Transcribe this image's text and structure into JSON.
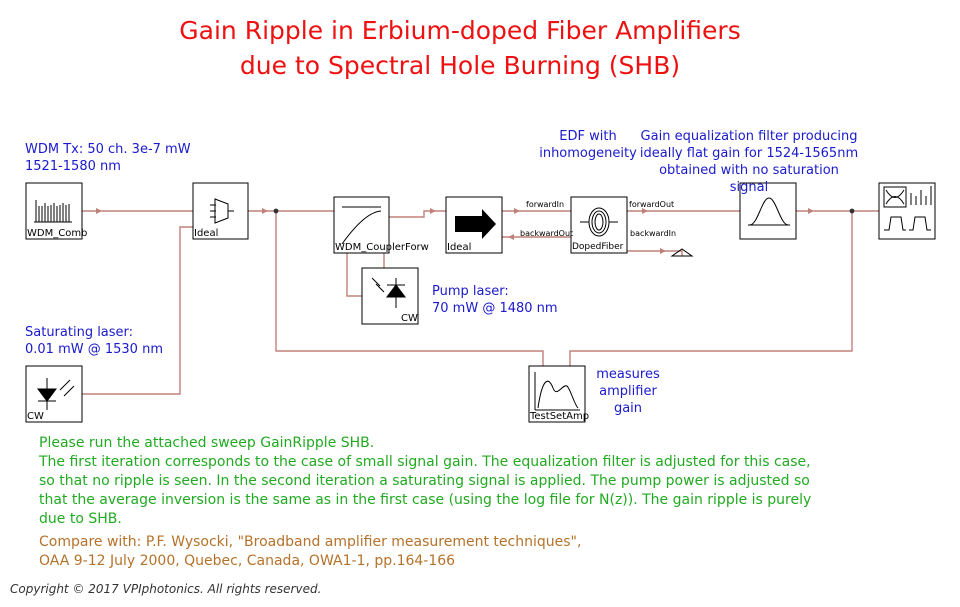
{
  "title_line1": "Gain Ripple in Erbium-doped Fiber Amplifiers",
  "title_line2": "due to Spectral Hole Burning (SHB)",
  "annotations": {
    "wdm_tx_line1": "WDM Tx: 50 ch. 3e-7 mW",
    "wdm_tx_line2": "1521-1580 nm",
    "edf_line1": "EDF with",
    "edf_line2": "inhomogeneity",
    "filter_line1": "Gain equalization filter producing",
    "filter_line2": "ideally flat gain for 1524-1565nm",
    "filter_line3": "obtained with no saturation signal",
    "pump_line1": "Pump laser:",
    "pump_line2": "70 mW @ 1480 nm",
    "sat_line1": "Saturating laser:",
    "sat_line2": "0.01 mW @ 1530 nm",
    "measures_line1": "measures",
    "measures_line2": "amplifier",
    "measures_line3": "gain"
  },
  "blocks": {
    "wdm_comb": "WDM_Comb",
    "mux_ideal": "Ideal",
    "coupler": "WDM_CouplerForw",
    "isolator": "Ideal",
    "doped_fiber": "DopedFiber",
    "pump_cw": "CW",
    "sat_cw": "CW",
    "testset": "TestSetAmp"
  },
  "ports": {
    "forward_in": "forwardIn",
    "forward_out": "forwardOut",
    "backward_out": "backwardOut",
    "backward_in": "backwardIn"
  },
  "notes": {
    "line1": "Please run the attached sweep GainRipple SHB.",
    "line2": "The first iteration corresponds to the case of small signal gain. The equalization filter is adjusted for this case,",
    "line3": "so that no ripple is seen. In the second iteration a saturating signal is applied. The pump power is adjusted so",
    "line4": "that the average inversion is the same as in the first case (using the log file for N(z)).  The gain ripple is purely",
    "line5": "due to SHB."
  },
  "reference": {
    "line1": "Compare with: P.F. Wysocki, \"Broadband amplifier measurement techniques\",",
    "line2": "OAA 9-12 July 2000, Quebec, Canada, OWA1-1, pp.164-166"
  },
  "copyright": "Copyright © 2017 VPIphotonics. All rights reserved.",
  "colors": {
    "title": "#ee1111",
    "annotation": "#1a1acc",
    "note": "#22aa22",
    "reference": "#b5722a",
    "optical_link": "#c0807a",
    "electrical_link": "#555555"
  }
}
